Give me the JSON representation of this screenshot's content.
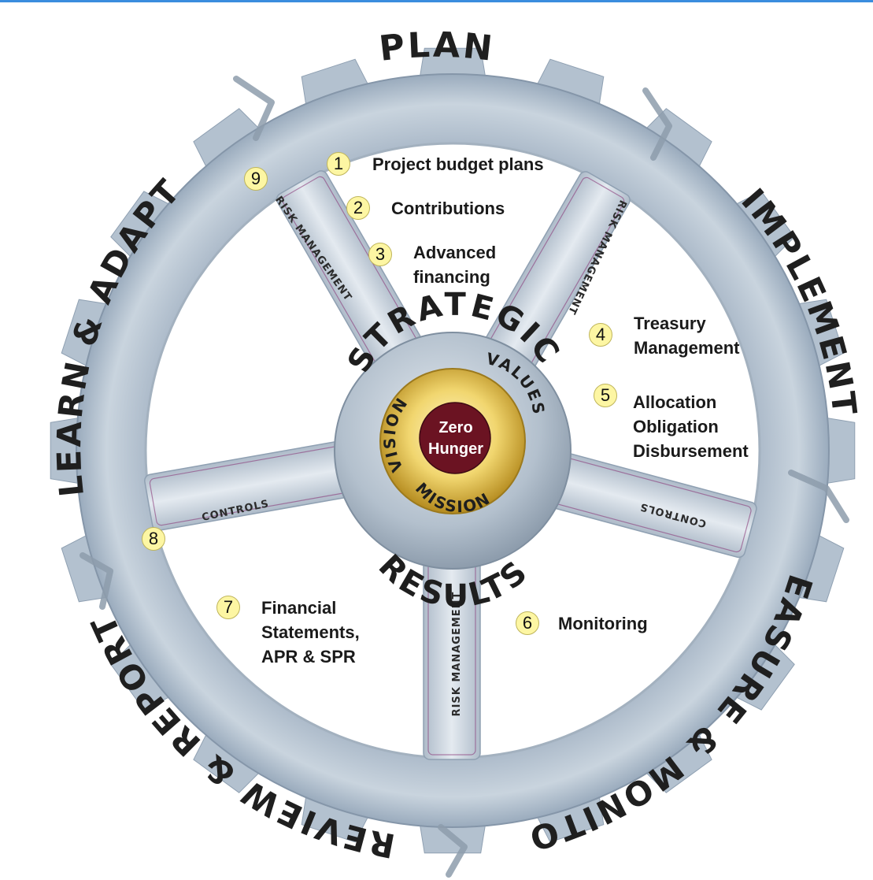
{
  "segments": {
    "plan": "PLAN",
    "implement": "IMPLEMENT",
    "measure_monitor": "MEASURE & MONITOR",
    "review_report": "REVIEW & REPORT",
    "learn_adapt": "LEARN & ADAPT"
  },
  "spokes": {
    "risk_management": "RISK MANAGEMENT",
    "controls": "CONTROLS"
  },
  "hub": {
    "strategic": "STRATEGIC",
    "results": "RESULTS",
    "vision": "VISION",
    "values": "VALUES",
    "mission": "MISSION",
    "core_line1": "Zero",
    "core_line2": "Hunger"
  },
  "steps": [
    {
      "number": "1",
      "label": "Project budget plans"
    },
    {
      "number": "2",
      "label": "Contributions"
    },
    {
      "number": "3",
      "label": "Advanced\nfinancing"
    },
    {
      "number": "4",
      "label": "Treasury\nManagement"
    },
    {
      "number": "5",
      "label": "Allocation\nObligation\nDisbursement"
    },
    {
      "number": "6",
      "label": "Monitoring"
    },
    {
      "number": "7",
      "label": "Financial\nStatements,\nAPR & SPR"
    },
    {
      "number": "8",
      "label": ""
    },
    {
      "number": "9",
      "label": ""
    }
  ],
  "colors": {
    "gear": "#b9c6d3",
    "gear_dark": "#8fa0b2",
    "inner": "#ffffff",
    "spoke": "#c9d3dd",
    "spoke_accent": "#8a3a7a",
    "hub_ring": "#a9b6c3",
    "gold": "#d9b63c",
    "core": "#6b1322",
    "badge": "#fdf6a3"
  }
}
